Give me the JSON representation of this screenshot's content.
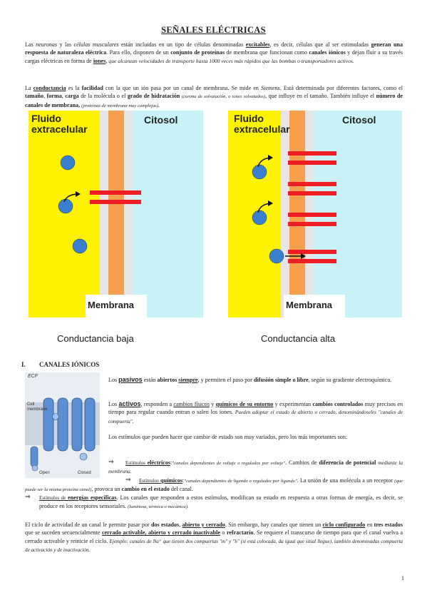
{
  "title": "SEÑALES ELÉCTRICAS",
  "intro": {
    "p1a": "Las ",
    "p1_neuronas": "neuronas",
    "p1b": " y las ",
    "p1_celulas": "células musculares",
    "p1c": " están incluidas en un tipo de células denominadas ",
    "p1_excitables": "excitables",
    "p1d": ", es decir, células que al ser estimuladas ",
    "p1_generan": "generan una respuesta de naturaleza eléctrica",
    "p1e": ". Para ello, disponen de un ",
    "p1_conjunto": "conjunto de proteínas",
    "p1f": " de membrana que funcionan como ",
    "p1_canales": "canales iónicos",
    "p1g": " y dejan fluir a su través cargas eléctricas en forma de ",
    "p1_iones": "iones",
    "p1h": ", ",
    "p1_italic": "que alcanzan velocidades de transporte hasta 1000 veces más rápidos que las bombas o transportadores activos."
  },
  "conductance": {
    "a": "La ",
    "conductancia": "conductancia",
    "b": " es la ",
    "facilidad": "facilidad",
    "c": " con la que un ión pasa por un canal de membrana. Se mide en ",
    "siemens": "Siemens",
    "d": ". Está determinada por diferentes factores, como el ",
    "tamano": "tamaño",
    "e": ", ",
    "forma": "forma",
    "f": ", ",
    "carga": "carga",
    "g": " de la molécula o el ",
    "grado": "grado de hidratación",
    "h": " ",
    "corona": "(corona de solvatación, o iones solvatados)",
    "i": ", que influye en el tamaño. También influye el ",
    "numero": "número de canales de membrana,",
    "j": " ",
    "proteinas": "(proteínas de membrana muy complejas)",
    "k": "."
  },
  "figure": {
    "fluido": "Fluido",
    "extracelular": "extracelular",
    "citosol": "Citosol",
    "membrana": "Membrana",
    "caption_low": "Conductancia baja",
    "caption_high": "Conductancia alta",
    "colors": {
      "extracellular": "#fff200",
      "cytosol": "#c8f2f7",
      "membrane": "#f6a04d",
      "channel": "#ee1c25",
      "ion": "#3b7fd0"
    }
  },
  "section": {
    "num": "I.",
    "title": "CANALES IÓNICOS"
  },
  "ion_channel_figure": {
    "ecf": "ECF",
    "cell_membrane": "Cell membrane",
    "open": "Open",
    "closed": "Closed"
  },
  "pasivos": {
    "a": "Los ",
    "kw": "pasivos",
    "b": " están ",
    "abiertos": "abiertos",
    "c": " ",
    "siempre": "siempre",
    "d": ", y permiten el paso por ",
    "difusion": "difusión simple o libre",
    "e": ", según su gradiente electroquímico."
  },
  "activos": {
    "a": "Los ",
    "kw": "activos",
    "b": ", responden a ",
    "cambios": "cambios físicos",
    "c": " y ",
    "quimicos": "químicos de su entorno",
    "d": " y experimentan ",
    "controlados": "cambios controlados",
    "e": " muy precisos en tiempo para regular cuando entran o salen los iones. ",
    "italic": "Pueden adoptar el estado de abierto o cerrado, denominándoseles \"canales de compuerta\"."
  },
  "estimulos": "Los estímulos que pueden hacer que cambie de estado son muy variados, pero los más importantes son:",
  "bullet1": {
    "a": "Estímulos ",
    "kw": "eléctricos",
    "b": ":",
    "italic": "\"canales dependientes de voltaje o regulados por voltaje\"",
    "c": ". Cambios de ",
    "diferencia": "diferencia de potencial",
    "d": " ",
    "italic2": "mediante la membrana."
  },
  "bullet2": {
    "a": "Estímulos ",
    "kw": "químicos",
    "b": ":",
    "italic": "\"canales dependientes de ligando o regulados por ligando\"",
    "c": ". La unión de una molécula a un receptor ",
    "italic2": "(que puede ser la misma proteína canal)",
    "d": ", provoca un ",
    "cambio": "cambio en el estado",
    "e": " del canal."
  },
  "bullet3": {
    "a": "Estímulos de ",
    "kw": "energías específicas",
    "b": ". Los canales que responden a estos estímulos, modifican su estado en respuesta a otras formas de energía, es decir, se produce en los receptores sensoriales. ",
    "italic": "(luminosa, térmica o mecánica)."
  },
  "ciclo": {
    "a": "El ciclo de actividad de un canal le permite pasar por ",
    "dos": "dos estados",
    "b": ", ",
    "abierto": "abierto y cerrado",
    "c": ". Sin embargo, hay canales que tienen un ",
    "configurado": "ciclo configurado",
    "d": " en ",
    "tres": "tres estados",
    "e": " que se suceden secuencialmente ",
    "estados": "cerrado activable, abierto y cerrado inactivable",
    "f": " o ",
    "refractario": "refractario",
    "g": ". Se requiere el transcurso de tiempo para que el canal vuelva a cerrado activable y reinicie el ciclo. ",
    "italic": "Ejemplo: canales de Na⁺ que tienen dos compuertas \"m\" y \"h\" (si está colocada, da igual que sitial llegue), también denominadas compuerta de activación y de inactivación."
  },
  "page_number": "1"
}
